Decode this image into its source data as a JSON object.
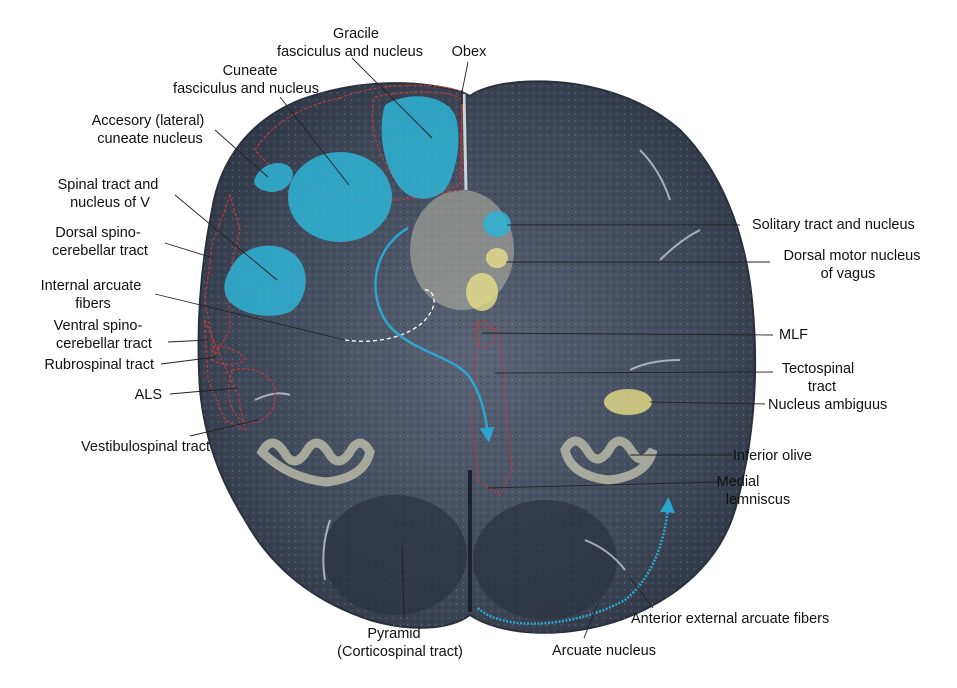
{
  "labels": {
    "gracile": [
      "Gracile",
      "fasciculus and nucleus"
    ],
    "obex": [
      "Obex"
    ],
    "cuneate": [
      "Cuneate",
      "fasciculus and nucleus"
    ],
    "accessory_cuneate": [
      "Accesory (lateral)",
      "cuneate nucleus"
    ],
    "spinal_tract_v": [
      "Spinal tract and",
      "nucleus of V"
    ],
    "dorsal_spinocerebellar": [
      "Dorsal spino-",
      "cerebellar tract"
    ],
    "internal_arcuate": [
      "Internal arcuate",
      "fibers"
    ],
    "ventral_spinocerebellar": [
      "Ventral spino-",
      "cerebellar tract"
    ],
    "rubrospinal": [
      "Rubrospinal tract"
    ],
    "als": [
      "ALS"
    ],
    "vestibulospinal": [
      "Vestibulospinal tract"
    ],
    "solitary": [
      "Solitary tract and nucleus"
    ],
    "dorsal_motor_vagus": [
      "Dorsal motor nucleus",
      "of vagus"
    ],
    "mlf": [
      "MLF"
    ],
    "tectospinal": [
      "Tectospinal",
      "tract"
    ],
    "nucleus_ambiguus": [
      "Nucleus ambiguus"
    ],
    "inferior_olive": [
      "Inferior olive"
    ],
    "medial_lemniscus": [
      "Medial",
      "lemniscus"
    ],
    "anterior_external_arcuate": [
      "Anterior external arcuate fibers"
    ],
    "pyramid": [
      "Pyramid",
      "(Corticospinal tract)"
    ],
    "arcuate_nucleus": [
      "Arcuate nucleus"
    ]
  },
  "colors": {
    "tissue": "#4a5566",
    "tissue_dark": "#2b3240",
    "white_matter": "#6a7384",
    "central_gray": "#b9b8a8",
    "cyan_nucleus": "#2fb3d6",
    "yellow_nucleus": "#e6e08a",
    "tract_outline": "#c03a35",
    "fiber_arrow": "#2aa6cf",
    "leader_line": "#222222"
  },
  "icons": [
    "section-image",
    "fiber-arrow-icon"
  ]
}
